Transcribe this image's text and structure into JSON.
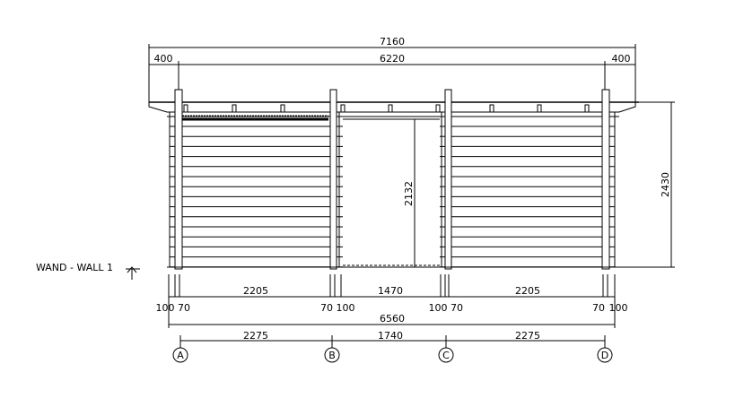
{
  "title": "WAND - WALL 1",
  "dimensions": {
    "overall": "7160",
    "overhang_left": "400",
    "overhang_right": "400",
    "between_posts": "6220",
    "height": "2430",
    "door_height": "2132",
    "segments": [
      "2205",
      "1470",
      "2205"
    ],
    "small": [
      "100",
      "70",
      "70",
      "100",
      "100",
      "70",
      "70",
      "100"
    ],
    "base_total": "6560",
    "axis_spans": [
      "2275",
      "1740",
      "2275"
    ]
  },
  "axes": [
    "A",
    "B",
    "C",
    "D"
  ]
}
